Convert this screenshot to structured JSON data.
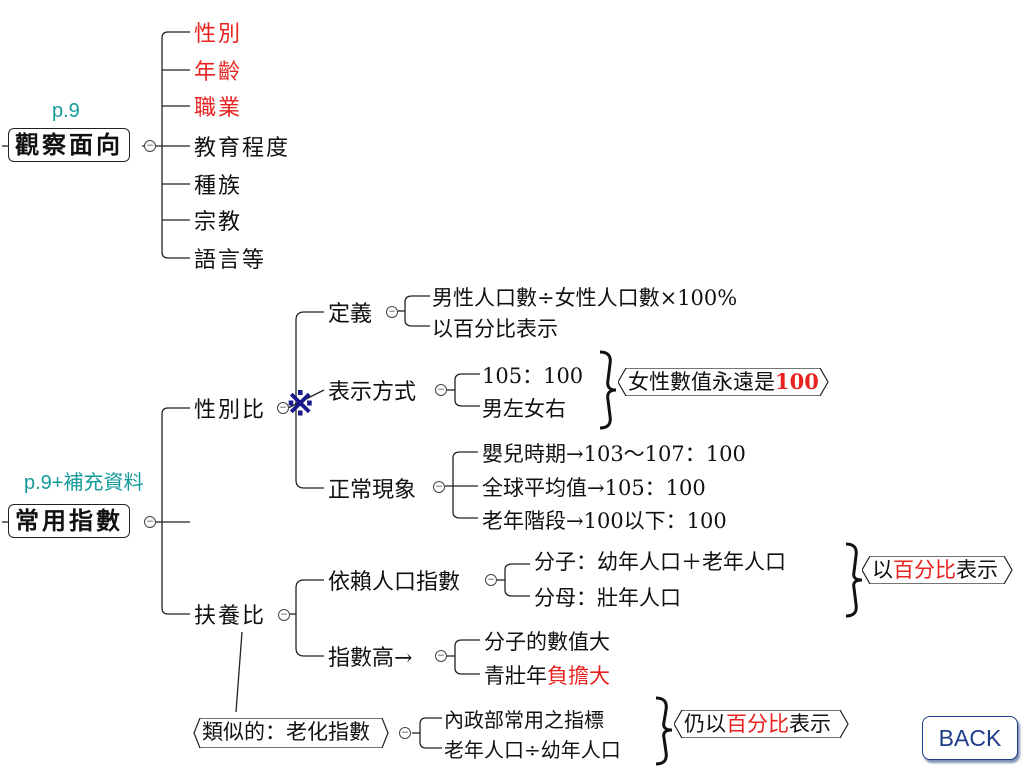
{
  "page_refs": {
    "ref1": "p.9",
    "ref2": "p.9+補充資料"
  },
  "observation": {
    "title": "觀察面向",
    "items": [
      {
        "label": "性別",
        "highlight": true
      },
      {
        "label": "年齡",
        "highlight": true
      },
      {
        "label": "職業",
        "highlight": true
      },
      {
        "label": "教育程度",
        "highlight": false
      },
      {
        "label": "種族",
        "highlight": false
      },
      {
        "label": "宗教",
        "highlight": false
      },
      {
        "label": "語言等",
        "highlight": false
      }
    ]
  },
  "indices": {
    "title": "常用指數",
    "sex_ratio": {
      "label": "性別比",
      "marker": "※",
      "definition": {
        "label": "定義",
        "lines": [
          "男性人口數÷女性人口數×100%",
          "以百分比表示"
        ]
      },
      "expression": {
        "label": "表示方式",
        "lines": [
          "105：100",
          "男左女右"
        ],
        "note_prefix": "女性數值永遠是",
        "note_value": "100"
      },
      "normal": {
        "label": "正常現象",
        "lines": [
          "嬰兒時期→103～107：100",
          "全球平均值→105：100",
          "老年階段→100以下：100"
        ]
      }
    },
    "dependency": {
      "label": "扶養比",
      "index": {
        "label": "依賴人口指數",
        "lines": [
          "分子：幼年人口＋老年人口",
          "分母：壯年人口"
        ],
        "note_prefix": "以",
        "note_red": "百分比",
        "note_suffix": "表示"
      },
      "high": {
        "label": "指數高→",
        "line1": "分子的數值大",
        "line2_prefix": "青壯年",
        "line2_red": "負擔大"
      }
    },
    "aging": {
      "label": "類似的：老化指數",
      "lines": [
        "內政部常用之指標",
        "老年人口÷幼年人口"
      ],
      "note_prefix": "仍以",
      "note_red": "百分比",
      "note_suffix": "表示"
    }
  },
  "back_button": "BACK",
  "colors": {
    "highlight": "#e8231f",
    "reference": "#139a99",
    "button": "#1f3c8a"
  }
}
